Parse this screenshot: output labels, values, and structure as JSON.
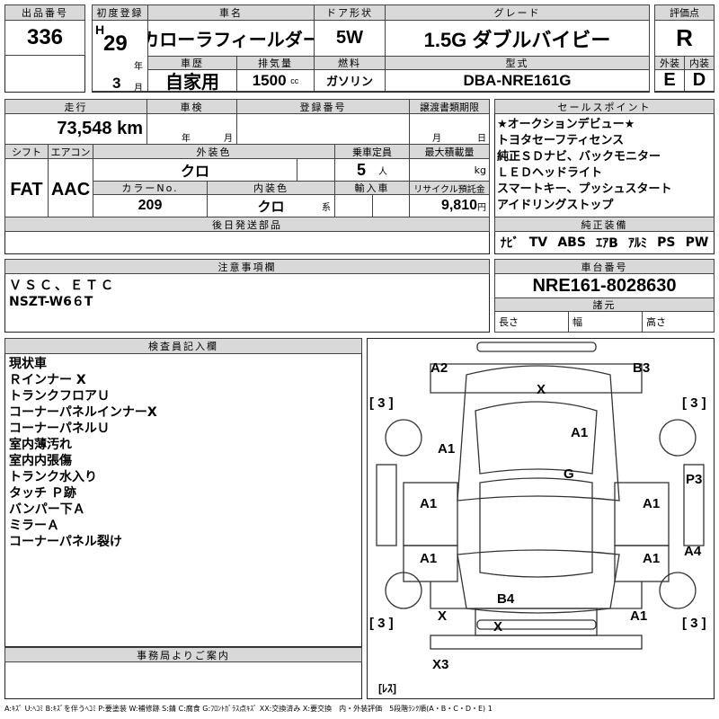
{
  "header": {
    "lot_label": "出品番号",
    "lot": "336",
    "first_reg_label": "初度登録",
    "era": "H",
    "year": "29",
    "year_unit": "年",
    "month": "3",
    "month_unit": "月",
    "name_label": "車名",
    "name": "カローラフィールダー",
    "door_label": "ドア形状",
    "door": "5W",
    "grade_label": "グレード",
    "grade": "1.5G ダブルバイビー",
    "score_label": "評価点",
    "score": "R",
    "history_label": "車歴",
    "history": "自家用",
    "displacement_label": "排気量",
    "displacement": "1500",
    "displacement_unit": "cc",
    "fuel_label": "燃料",
    "fuel": "ガソリン",
    "model_label": "型式",
    "model": "DBA-NRE161G",
    "ext_label": "外装",
    "ext": "E",
    "int_label": "内装",
    "int": "D"
  },
  "details": {
    "mileage_label": "走行",
    "mileage": "73,548 km",
    "inspection_label": "車検",
    "year_unit": "年",
    "month_unit": "月",
    "reg_label": "登録番号",
    "transfer_label": "譲渡書類期限",
    "day_unit": "日",
    "shift_label": "シフト",
    "shift": "FAT",
    "ac_label": "エアコン",
    "ac": "AAC",
    "color_label": "外装色",
    "color": "クロ",
    "capacity_label": "乗車定員",
    "capacity": "5",
    "capacity_unit": "人",
    "load_label": "最大積載量",
    "load_unit": "kg",
    "color_no_label": "カラーNo.",
    "color_no": "209",
    "int_color_label": "内装色",
    "int_color": "クロ",
    "int_color_unit": "系",
    "import_label": "輸入車",
    "recycle_label": "リサイクル預託金",
    "recycle": "9,810",
    "recycle_unit": "円",
    "later_parts_label": "後日発送部品"
  },
  "sale_points": {
    "label": "セールスポイント",
    "items": [
      "★オークションデビュー★",
      "トヨタセーフティセンス",
      "純正ＳＤナビ、バックモニター",
      "ＬＥＤヘッドライト",
      "スマートキー、プッシュスタート",
      "アイドリングストップ"
    ],
    "equip_label": "純正装備",
    "equip": [
      "ﾅﾋﾞ",
      "TV",
      "ABS",
      "ｴｱB",
      "ｱﾙﾐ",
      "PS",
      "PW"
    ]
  },
  "notes": {
    "label": "注意事項欄",
    "lines": [
      "ＶＳＣ、ＥＴＣ",
      "NSZT-W6６T"
    ]
  },
  "chassis": {
    "label": "車台番号",
    "number": "NRE161-8028630",
    "spec_label": "諸元",
    "length": "長さ",
    "width": "幅",
    "height": "高さ"
  },
  "inspector": {
    "label": "検査員記入欄",
    "lines": [
      "現状車",
      "Ｒインナー X",
      "トランクフロアＵ",
      "コーナーパネルインナーX",
      "コーナーパネルＵ",
      "室内薄汚れ",
      "室内内張傷",
      "トランク水入り",
      "タッチ Ｐ跡",
      "バンパー下Ａ",
      "ミラーＡ",
      "コーナーパネル裂け"
    ]
  },
  "diagram": {
    "marks": [
      "A2",
      "B3",
      "X",
      "[ 3 ]",
      "[ 3 ]",
      "A1",
      "A1",
      "G",
      "P3",
      "A1",
      "A1",
      "A1",
      "A1",
      "A4",
      "B4",
      "X",
      "X",
      "A1",
      "[ 3 ]",
      "[ 3 ]",
      "X3",
      "[ﾚｽ]"
    ]
  },
  "office": {
    "label": "事務局よりご案内"
  },
  "legend": "A:ｷｽﾞ U:ﾍｺﾐ B:ｷｽﾞを伴うﾍｺﾐ P:要塗装 W:補修跡 S:錆 C:腐食 G:ﾌﾛﾝﾄｶﾞﾗｽ点ｷｽﾞ XX:交換済み X:要交換　内・外装評価　5段階ﾗﾝｸ順(A・B・C・D・E) 1"
}
